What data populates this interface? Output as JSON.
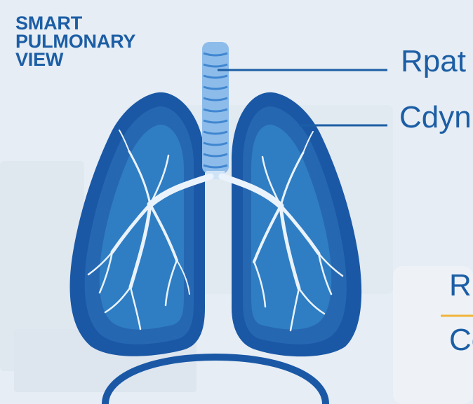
{
  "brand": {
    "line1": "SMART",
    "line2": "PULMONARY",
    "line3": "VIEW"
  },
  "labels": {
    "rpat": "Rpat",
    "cdyn": "Cdyn",
    "fraction_numerator": "R",
    "fraction_denominator": "Co"
  },
  "colors": {
    "brand_blue": "#1c5ea5",
    "lung_dark": "#1a58a6",
    "lung_light": "#2f7ec4",
    "trachea": "#7fb4e6",
    "divider_accent": "#f0b43a",
    "background": "#e6edf4"
  }
}
